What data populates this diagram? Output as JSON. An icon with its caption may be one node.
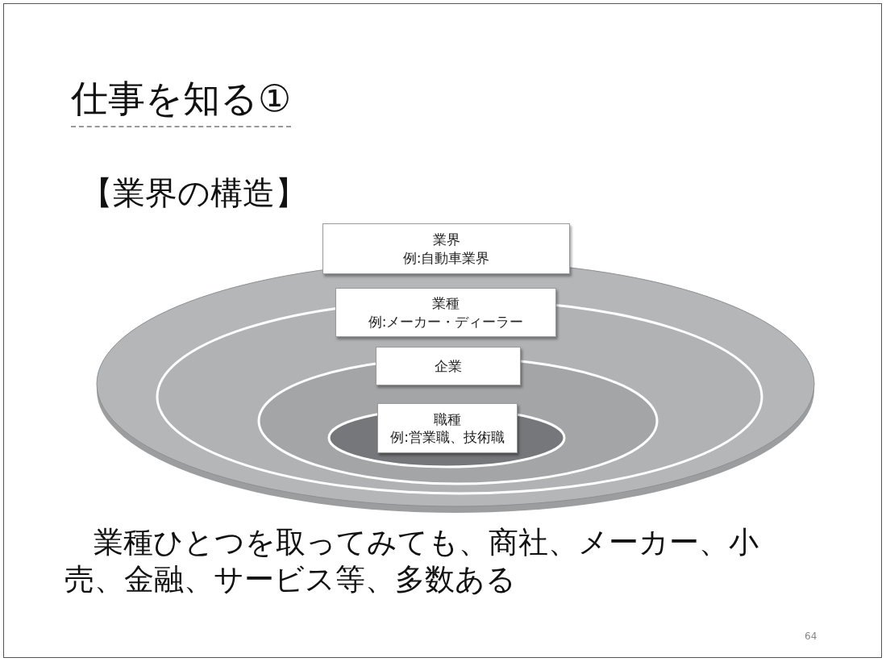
{
  "diagram": {
    "title": "仕事を知る①",
    "nodes": [
      {
        "text": [
          "業界",
          "例:自動車業界"
        ]
      },
      {
        "text": [
          "業種",
          "例:メーカー・ディーラー"
        ],
        "in": 0
      },
      {
        "text": [
          "企業"
        ],
        "in": 1
      },
      {
        "text": [
          "職種",
          "例:営業職、技術職"
        ],
        "in": 2
      }
    ],
    "labels": [
      "【業界の構造】",
      "業種ひとつを取ってみても、商社、メーカー、小売、金融、サービス等、多数ある",
      "64"
    ]
  }
}
